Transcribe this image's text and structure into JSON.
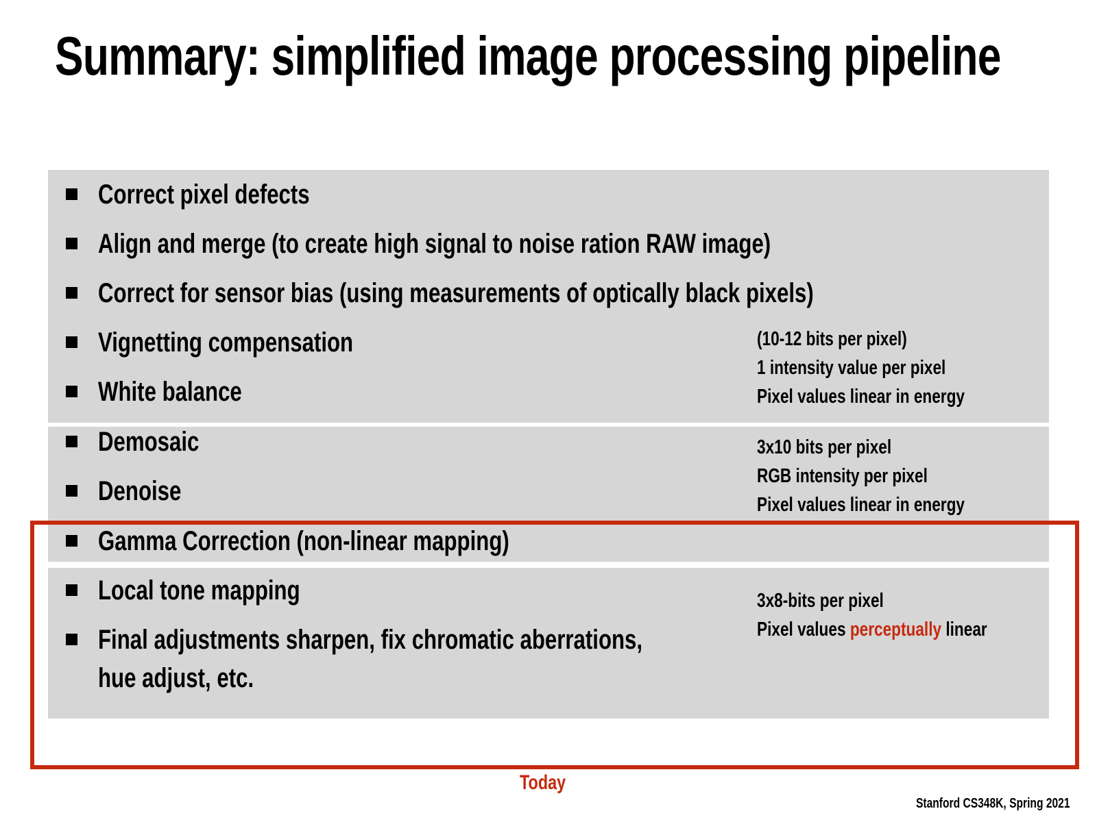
{
  "title": "Summary: simplified image processing pipeline",
  "items": [
    "Correct pixel defects",
    "Align and merge (to create high signal to noise ration RAW image)",
    "Correct for sensor bias (using measurements of optically black pixels)",
    "Vignetting compensation",
    "White balance",
    "Demosaic",
    "Denoise",
    "Gamma Correction (non-linear mapping)",
    "Local tone mapping",
    "Final adjustments sharpen, fix chromatic aberrations,",
    "hue adjust, etc."
  ],
  "notes": {
    "raw": [
      "(10-12 bits per pixel)",
      "1 intensity value per pixel",
      "Pixel values linear in energy"
    ],
    "rgb": [
      "3x10 bits per pixel",
      "RGB intensity per pixel",
      "Pixel values linear in energy"
    ],
    "final": {
      "line1": "3x8-bits per pixel",
      "line2_prefix": "Pixel values ",
      "line2_highlight": "perceptually",
      "line2_suffix": " linear"
    }
  },
  "highlight_label": "Today",
  "footer": "Stanford CS348K, Spring 2021",
  "colors": {
    "accent": "#c52a0e",
    "panel": "#d6d6d6"
  }
}
